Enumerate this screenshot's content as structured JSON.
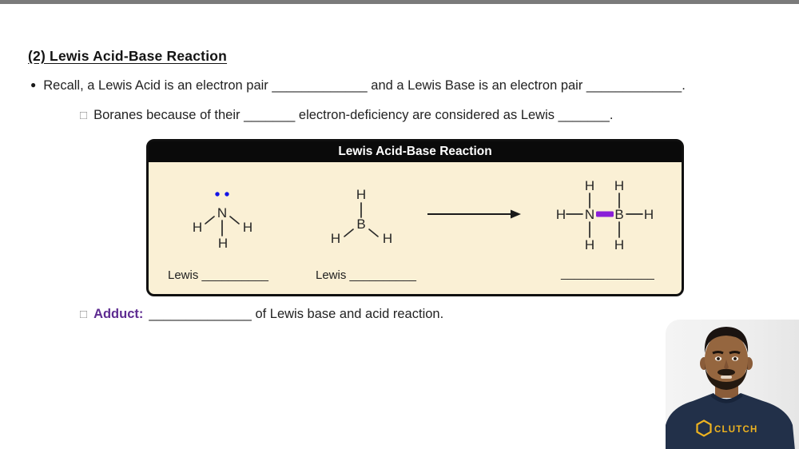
{
  "title": "(2) Lewis Acid-Base Reaction",
  "bullets": {
    "recall_glyph": "●",
    "recall_text": "Recall, a Lewis Acid is an electron pair _____________ and a Lewis Base is an electron pair _____________.",
    "square_glyph": "□",
    "boranes_text": "Boranes because of their _______ electron-deficiency are considered as Lewis _______.",
    "adduct_label": "Adduct:",
    "adduct_rest": "______________ of Lewis base and acid reaction."
  },
  "figure": {
    "header": "Lewis Acid-Base Reaction",
    "atom_h": "H",
    "ammonia": {
      "symbol": "N",
      "label": "Lewis __________"
    },
    "borane": {
      "symbol": "B",
      "label": "Lewis __________"
    },
    "product": {
      "n": "N",
      "b": "B",
      "blank": "______________"
    },
    "colors": {
      "nitrogen": "#1d1dd8",
      "lone_pair": "#1414e6",
      "boron": "#d92121",
      "product_n": "#5432cf",
      "product_b": "#a838cf",
      "product_bond": "#8a1fd8",
      "panel_bg": "#faf0d5",
      "header_bg": "#0a0a0a",
      "adduct_accent": "#5e2c91"
    }
  },
  "webcam": {
    "shirt_brand": "CLUTCH"
  }
}
